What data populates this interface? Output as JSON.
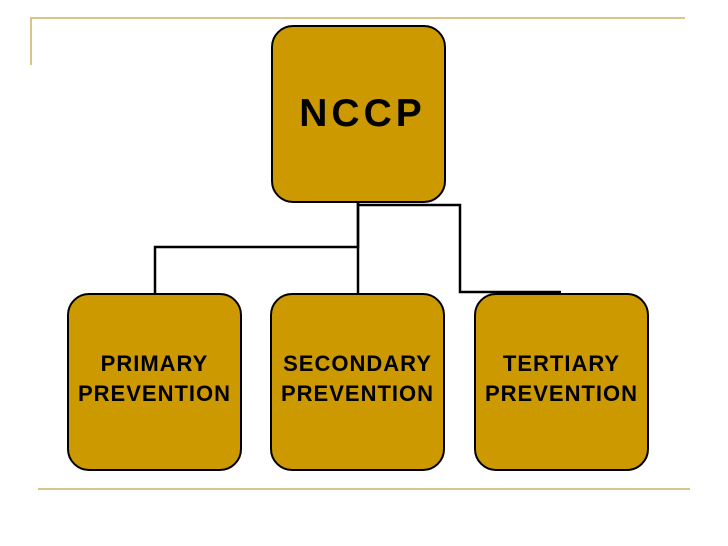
{
  "colors": {
    "fill": "#CC9900",
    "stroke": "#000000",
    "rule": "#D9C48A"
  },
  "diagram": {
    "root": {
      "label": "NCCP"
    },
    "children": [
      {
        "line1": "PRIMARY",
        "line2": "PREVENTION"
      },
      {
        "line1": "SECONDARY",
        "line2": "PREVENTION"
      },
      {
        "line1": "TERTIARY",
        "line2": "PREVENTION"
      }
    ]
  }
}
